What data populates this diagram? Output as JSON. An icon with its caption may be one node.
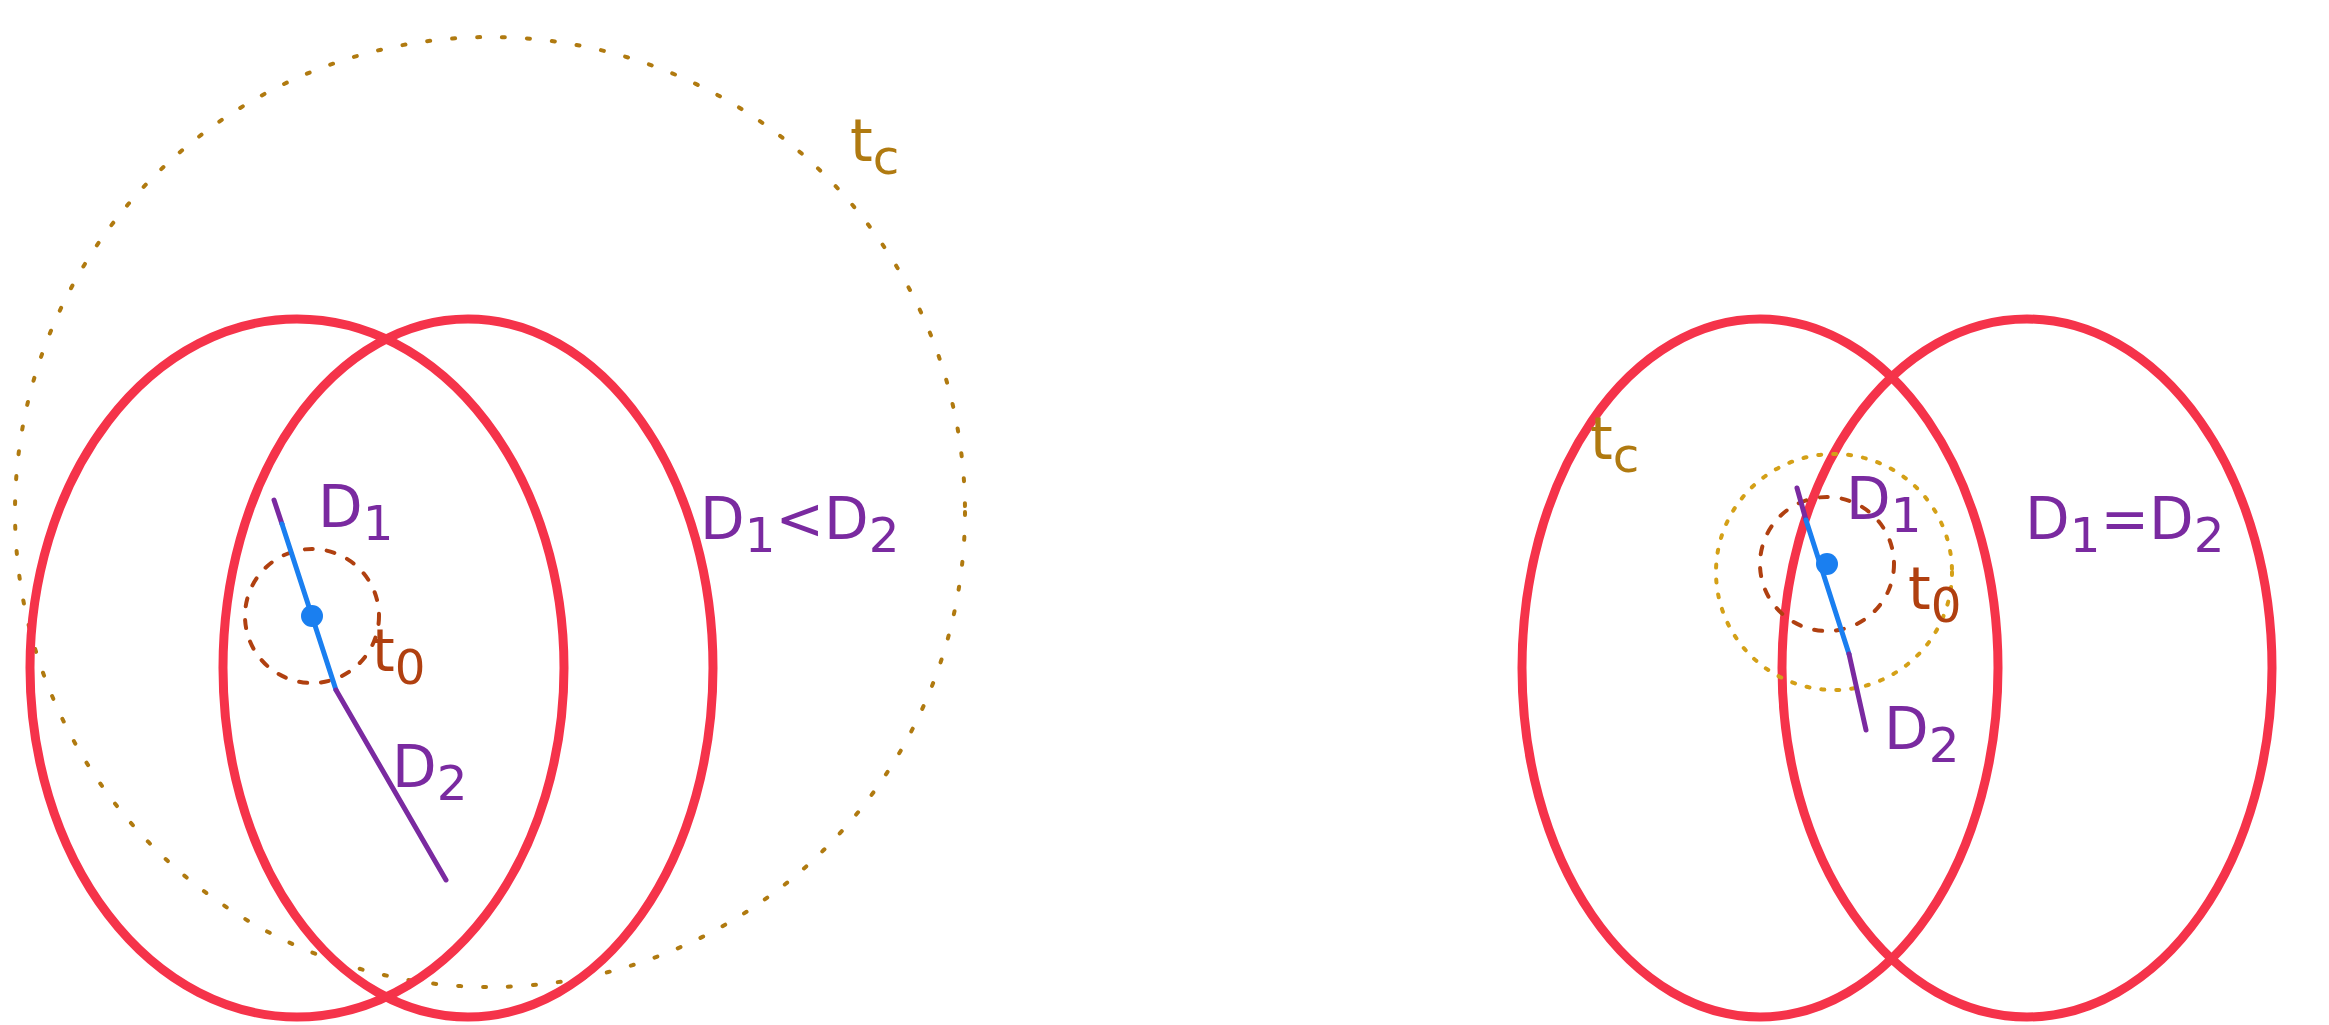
{
  "diagram": {
    "labels": [
      "t$_{c}$",
      "D$_{1}$",
      "D$_{1}$<D$_{2}$",
      "t$_{0}$",
      "D$_{2}$",
      "t$_{c}$",
      "D$_{1}$",
      "D$_{1}$=D$_{2}$",
      "t$_{0}$",
      "D$_{2}$"
    ]
  }
}
